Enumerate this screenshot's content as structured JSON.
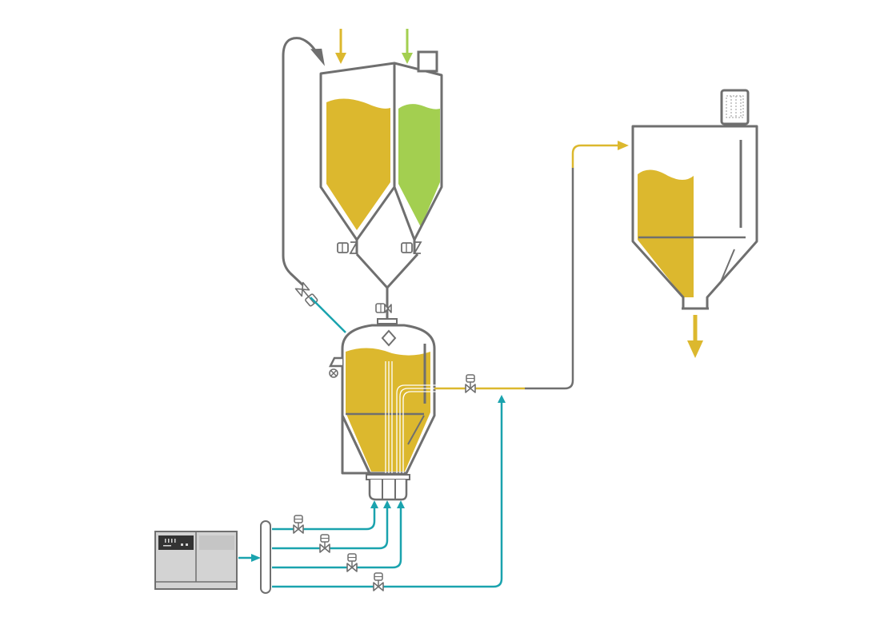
{
  "diagram": {
    "kind": "pneumatic conveying / mixing process flow schematic",
    "labels": [],
    "colors": {
      "vessel_outline": "#6f6f6f",
      "product_yellow": "#dcb82e",
      "product_green": "#a3cf50",
      "air_line_teal": "#1aa3ae",
      "return_line_grey": "#6f6f6f",
      "control_cabinet": "#d3d3d3"
    },
    "components": [
      {
        "name": "feed-silo-left",
        "fill": "product_yellow"
      },
      {
        "name": "feed-silo-right",
        "fill": "product_green"
      },
      {
        "name": "silo-vent-filter"
      },
      {
        "name": "mixing-vessel",
        "fill": "product_yellow"
      },
      {
        "name": "receiver-hopper",
        "fill": "product_yellow"
      },
      {
        "name": "receiver-vent-filter"
      },
      {
        "name": "control-cabinet"
      },
      {
        "name": "air-manifold"
      },
      {
        "name": "air-valve",
        "count": 5
      },
      {
        "name": "slide-gate-valve",
        "count": 3
      },
      {
        "name": "discharge-valve",
        "count": 1
      }
    ],
    "flows": [
      {
        "name": "inlet-yellow",
        "color": "product_yellow",
        "direction": "down"
      },
      {
        "name": "inlet-green",
        "color": "product_green",
        "direction": "down"
      },
      {
        "name": "recirculation-line",
        "color": "return_line_grey"
      },
      {
        "name": "transfer-line-to-receiver",
        "color": "product_yellow"
      },
      {
        "name": "outlet-discharge",
        "color": "product_yellow",
        "direction": "down"
      },
      {
        "name": "fluidizing-air-lines",
        "color": "air_line_teal"
      }
    ]
  }
}
